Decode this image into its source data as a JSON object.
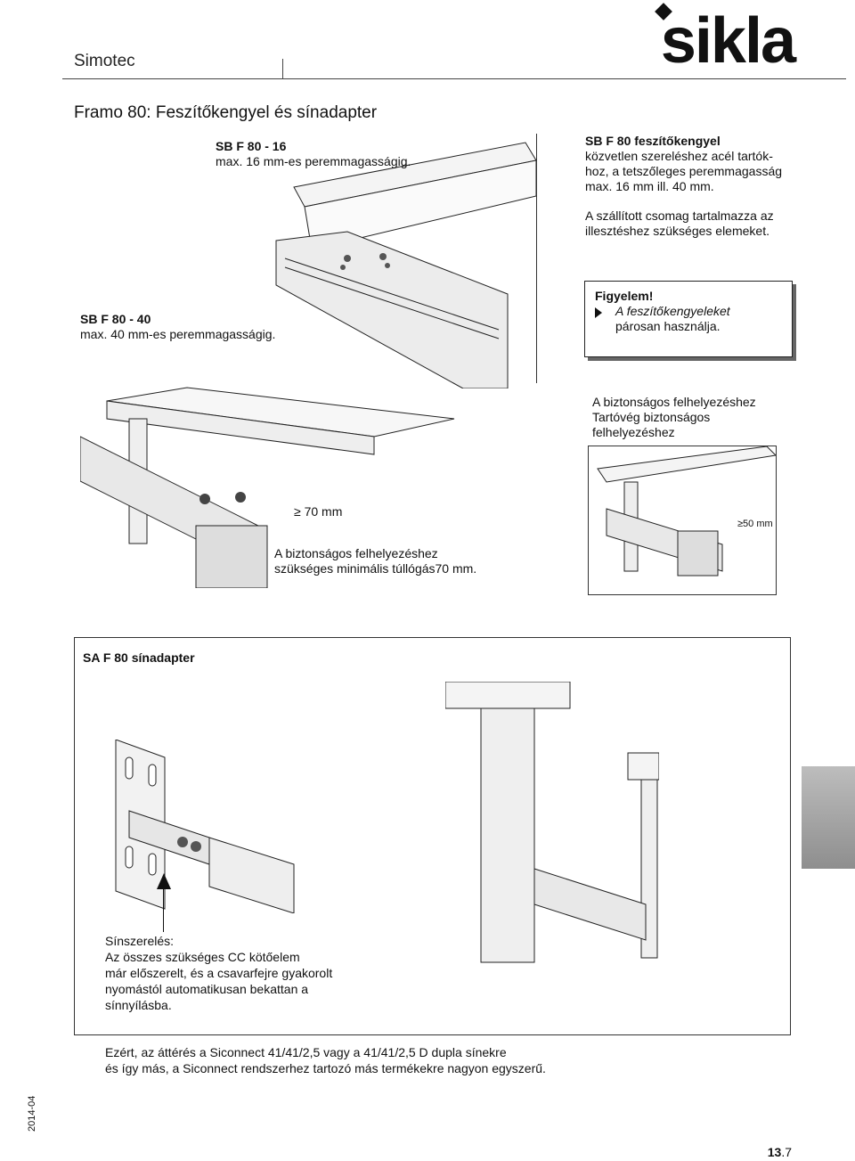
{
  "header": {
    "section": "Simotec",
    "brand": "sikla"
  },
  "page": {
    "title": "Framo 80: Feszítőkengyel és sínadapter",
    "year": "2014-04",
    "number_prefix": "13",
    "number_suffix": ".7"
  },
  "sbf": {
    "label16_title": "SB F 80 - 16",
    "label16_text": "max. 16 mm-es peremmagasságig.",
    "label40_title": "SB F 80 - 40",
    "label40_text": "max. 40 mm-es peremmagasságig.",
    "desc_title": "SB F 80 feszítőkengyel",
    "desc_line1": "közvetlen szereléshez acél tartók-",
    "desc_line2": "hoz, a tetszőleges peremmagasság",
    "desc_line3": "max. 16 mm ill. 40 mm.",
    "pack_line1": "A szállított csomag tartalmazza az",
    "pack_line2": "illesztéshez szükséges elemeket.",
    "warn_title": "Figyelem!",
    "warn_line1": "A feszítőkengyeleket",
    "warn_line2": "párosan használja.",
    "safe_line1": "A biztonságos felhelyezéshez",
    "safe_line2": "Tartóvég biztonságos",
    "safe_line3": "felhelyezéshez",
    "dim70": "70 mm",
    "dim50": "50 mm",
    "min_line1": "A biztonságos felhelyezéshez",
    "min_line2": "szükséges minimális túllógás70 mm."
  },
  "saf": {
    "title": "SA F 80 sínadapter",
    "rail_line1": "Sínszerelés:",
    "rail_line2": "Az összes szükséges CC kötőelem",
    "rail_line3": "már előszerelt, és a csavarfejre gyakorolt",
    "rail_line4": "nyomástól automatikusan bekattan a",
    "rail_line5": "sínnyílásba.",
    "footer_line1": "Ezért, az áttérés a Siconnect 41/41/2,5 vagy a 41/41/2,5 D dupla sínekre",
    "footer_line2": "és így más, a Siconnect rendszerhez tartozó más termékekre nagyon egyszerű."
  }
}
